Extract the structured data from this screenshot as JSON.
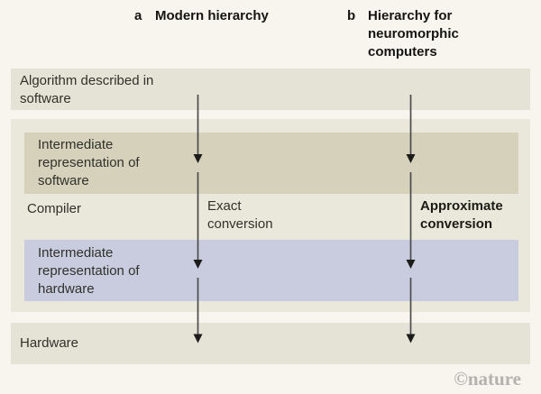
{
  "panels": {
    "a": {
      "marker": "a",
      "title": "Modern hierarchy"
    },
    "b": {
      "marker": "b",
      "title": "Hierarchy for neuromorphic computers"
    }
  },
  "layers": {
    "algorithm": "Algorithm described in software",
    "ir_software": "Intermediate representation of software",
    "compiler": "Compiler",
    "ir_hardware": "Intermediate representation of hardware",
    "hardware": "Hardware"
  },
  "annotations": {
    "exact_conversion": "Exact conversion",
    "approximate_conversion": "Approximate conversion"
  },
  "watermark": "©nature",
  "colors": {
    "background": "#f7f5ed",
    "band_light": "#e5e3d5",
    "band_mid": "#eae8da",
    "band_khaki": "#d5d1bb",
    "band_lavender": "#c8ccde",
    "arrow": "#4c4c4e",
    "watermark": "#b3b2ad"
  }
}
